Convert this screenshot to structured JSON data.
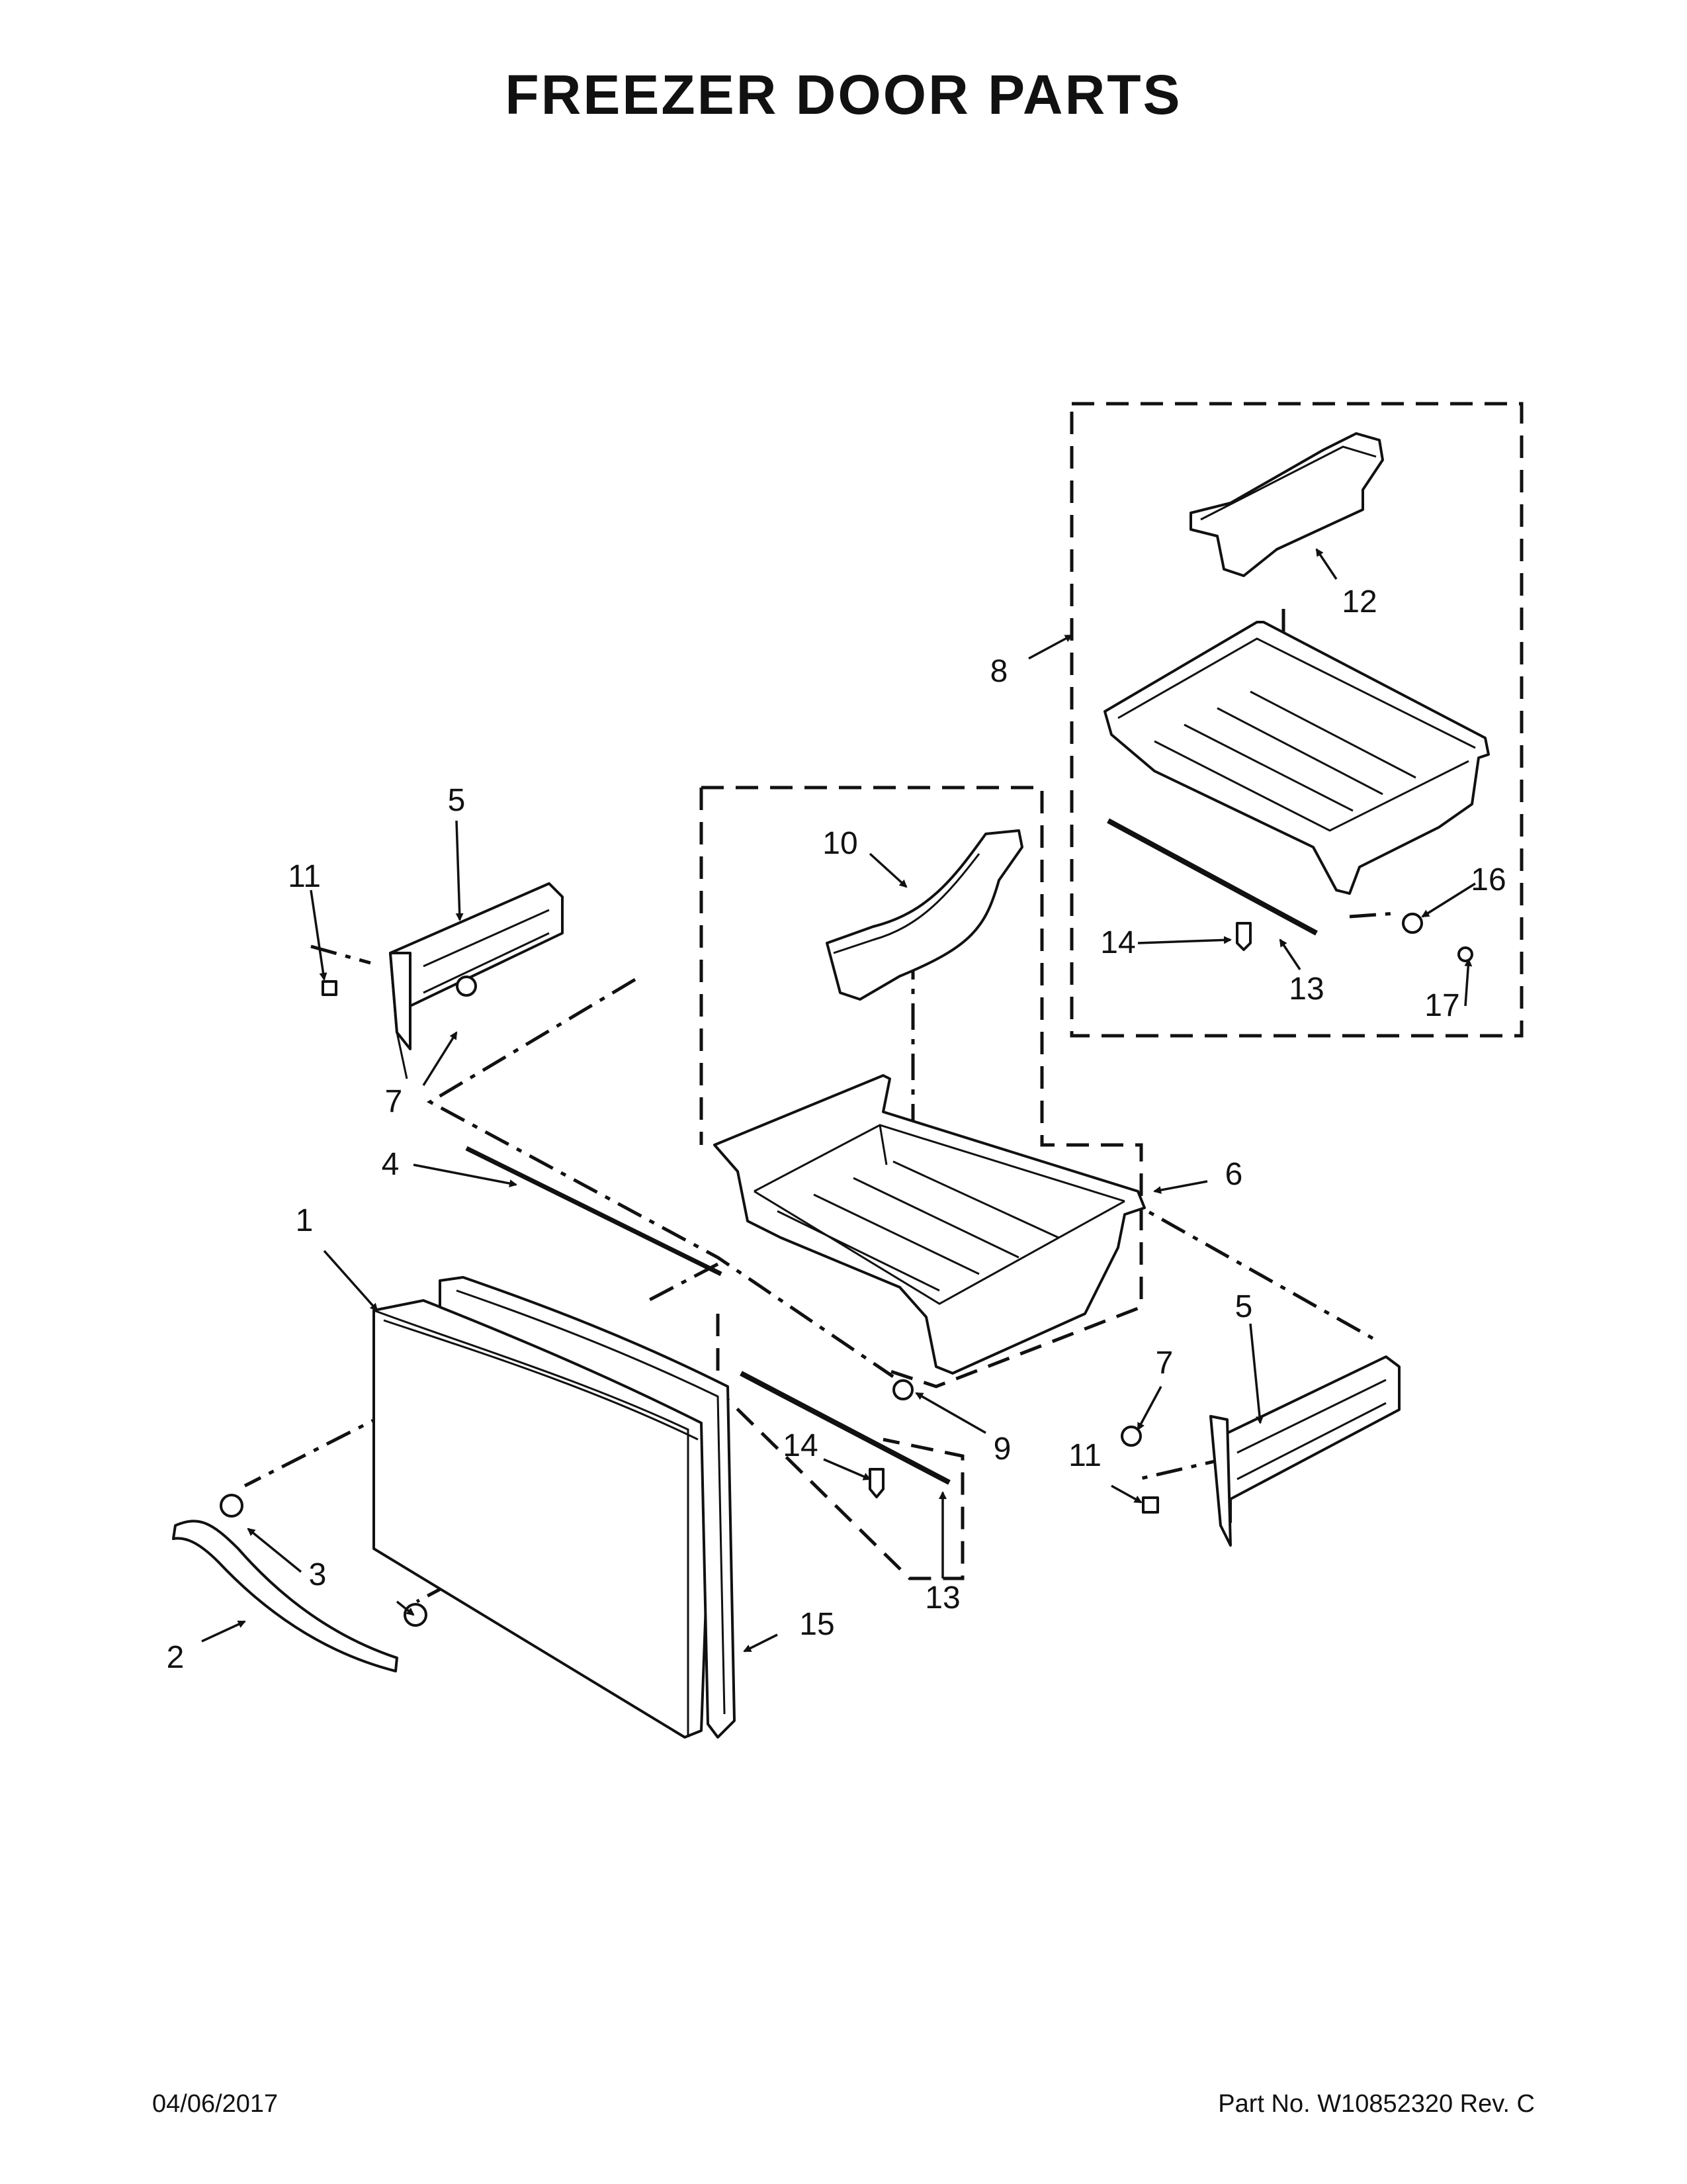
{
  "title": "FREEZER DOOR PARTS",
  "callouts": {
    "c1": "1",
    "c2": "2",
    "c3": "3",
    "c4": "4",
    "c5a": "5",
    "c5b": "5",
    "c6": "6",
    "c7a": "7",
    "c7b": "7",
    "c8": "8",
    "c9": "9",
    "c10": "10",
    "c11a": "11",
    "c11b": "11",
    "c12": "12",
    "c13a": "13",
    "c13b": "13",
    "c14a": "14",
    "c14b": "14",
    "c15": "15",
    "c16": "16",
    "c17": "17"
  },
  "footer": {
    "date": "04/06/2017",
    "part_number": "Part No.  W10852320  Rev.  C"
  }
}
